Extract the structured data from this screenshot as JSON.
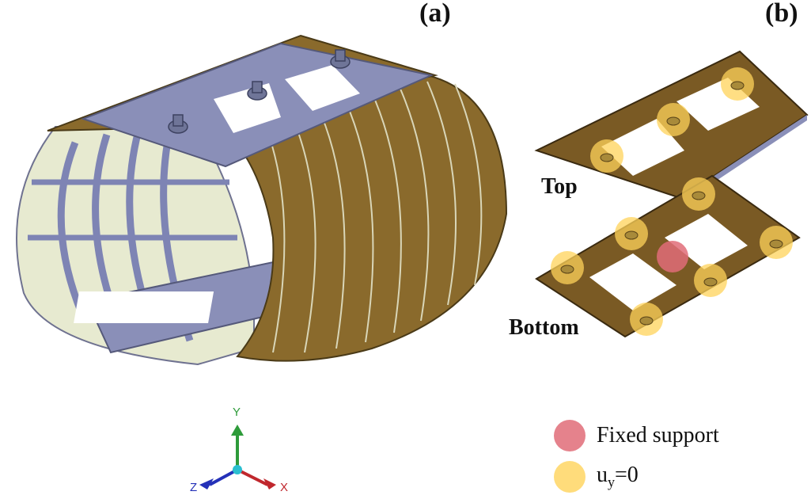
{
  "panels": {
    "a": "(a)",
    "b": "(b)"
  },
  "plates": {
    "top": "Top",
    "bottom": "Bottom"
  },
  "legend": {
    "fixed": {
      "label": "Fixed support",
      "color": "#e06c78"
    },
    "uy": {
      "label_base": "u",
      "label_sub": "y",
      "label_rest": "=0",
      "color": "#ffd35a"
    }
  },
  "triad": {
    "y": {
      "label": "Y",
      "color": "#2e9b3a"
    },
    "x": {
      "label": "X",
      "color": "#c0272d"
    },
    "z": {
      "label": "Z",
      "color": "#2431b8"
    }
  },
  "colors": {
    "shell": "#8a6a2c",
    "frame": "#8a8fb8",
    "inner": "#e7ead0",
    "plate": "#7a5a24"
  }
}
